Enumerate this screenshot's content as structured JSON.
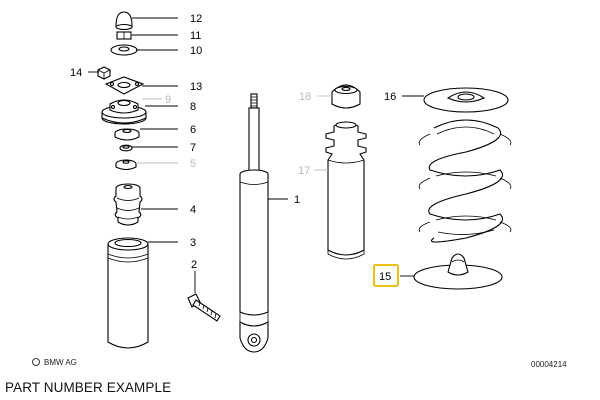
{
  "callouts": {
    "p1": "1",
    "p2": "2",
    "p3": "3",
    "p4": "4",
    "p5": "5",
    "p6": "6",
    "p7": "7",
    "p8": "8",
    "p9": "9",
    "p10": "10",
    "p11": "11",
    "p12": "12",
    "p13": "13",
    "p14": "14",
    "p15": "15",
    "p16": "16",
    "p17": "17",
    "p18": "18"
  },
  "highlighted_callout": "15",
  "highlight_color": "#e8c11a",
  "greyed_callouts": [
    "5",
    "9",
    "17",
    "18"
  ],
  "copyright_text": "BMW AG",
  "diagram_id": "00004214",
  "caption": "PART NUMBER EXAMPLE"
}
